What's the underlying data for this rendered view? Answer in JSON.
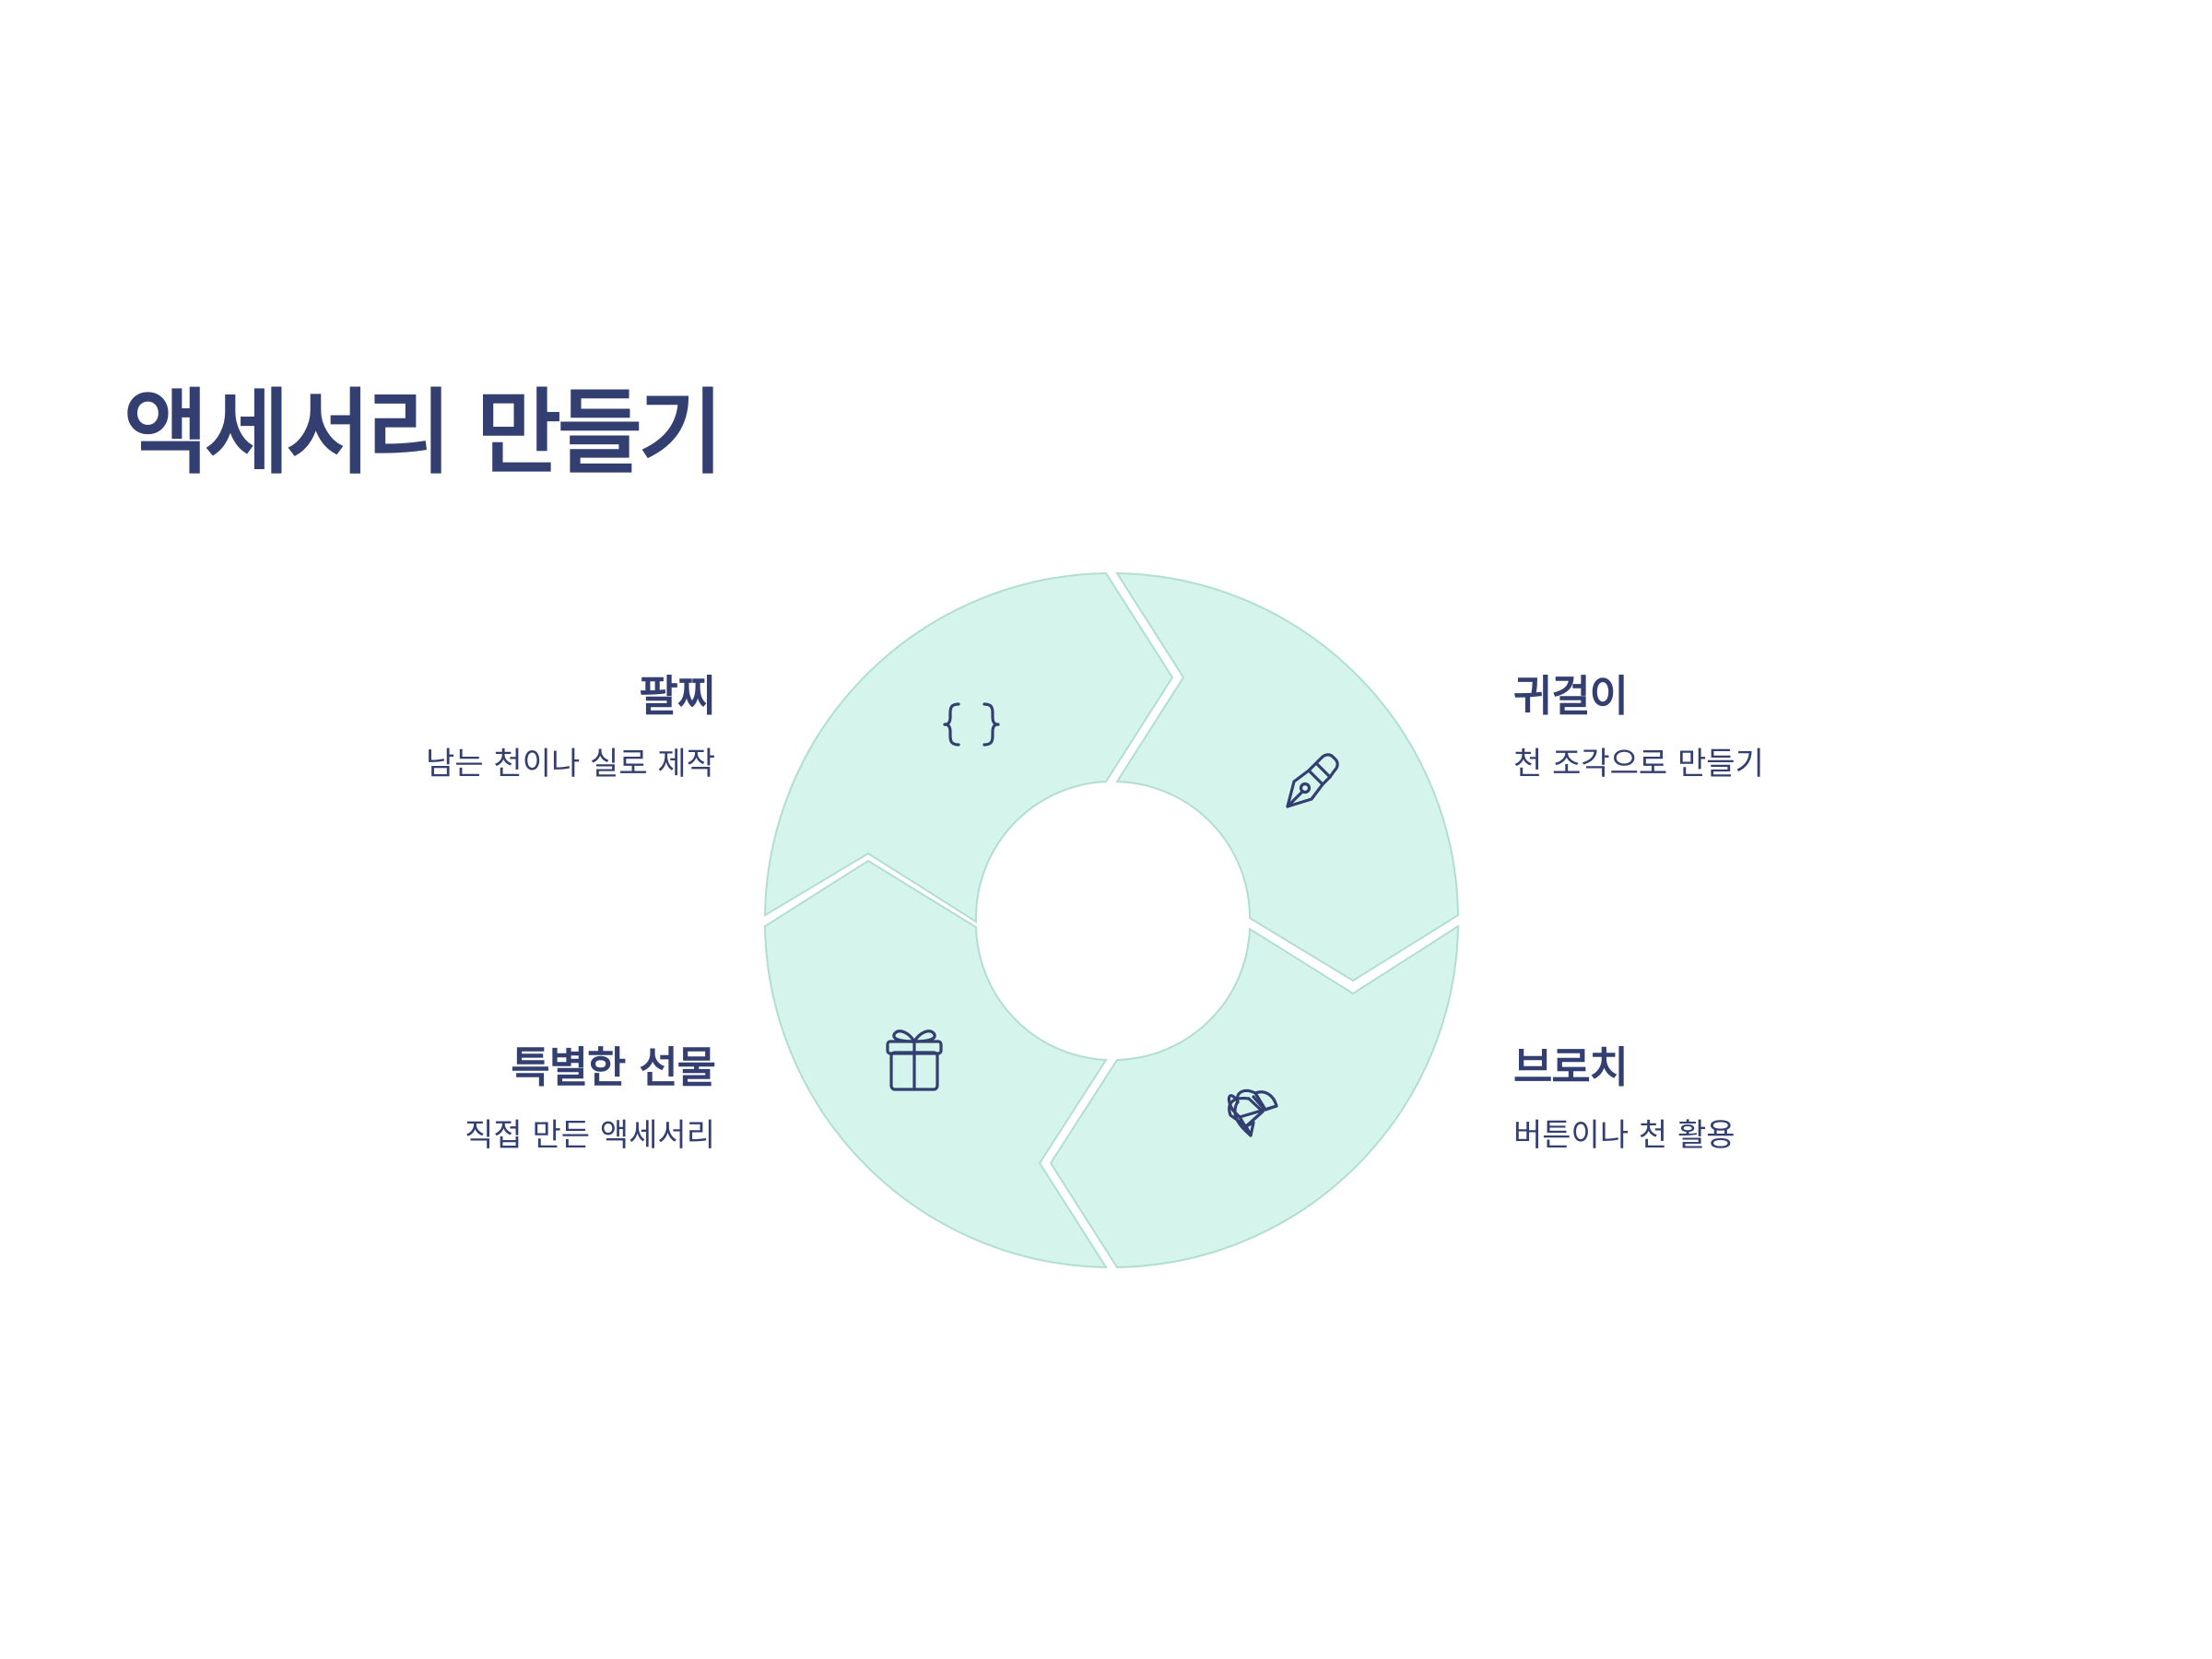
{
  "title": "액세서리 만들기",
  "colors": {
    "heading": "#333f70",
    "segment_fill": "#d5f4ec",
    "segment_stroke": "#b2ded2",
    "background": "#ffffff"
  },
  "steps": [
    {
      "title": "팔찌",
      "description": "남는 천이나 실로 제작",
      "icon": "curly-braces-icon"
    },
    {
      "title": "귀걸이",
      "description": "천 조각으로 만들기",
      "icon": "pen-nib-icon"
    },
    {
      "title": "브로치",
      "description": "버튼이나 천 활용",
      "icon": "croissant-icon"
    },
    {
      "title": "특별한 선물",
      "description": "직접 만든 액세서리",
      "icon": "gift-icon"
    }
  ]
}
